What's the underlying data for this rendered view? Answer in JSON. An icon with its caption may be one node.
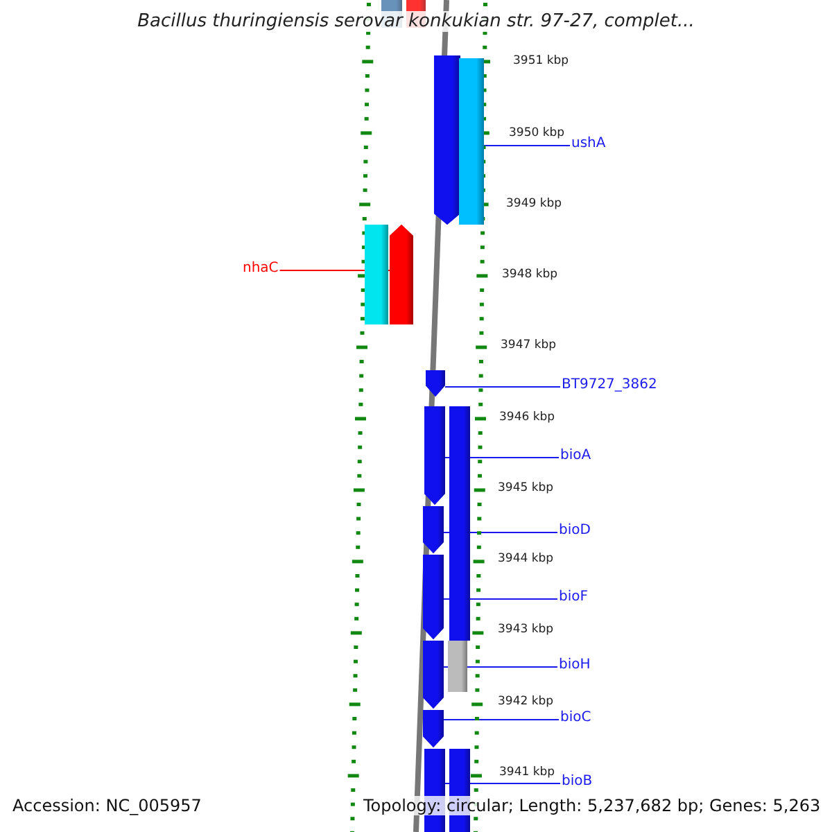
{
  "diagram": {
    "title": "Bacillus thuringiensis serovar konkukian str. 97-27, complet...",
    "nodes": [
      {
        "text": [
          "ushA"
        ]
      },
      {
        "text": [
          "nhaC"
        ]
      },
      {
        "text": [
          "BT9727_3862"
        ]
      },
      {
        "text": [
          "bioA"
        ]
      },
      {
        "text": [
          "bioD"
        ]
      },
      {
        "text": [
          "bioF"
        ]
      },
      {
        "text": [
          "bioH"
        ]
      },
      {
        "text": [
          "bioC"
        ]
      },
      {
        "text": [
          "bioB"
        ]
      },
      {
        "text": [],
        "shape": "bar"
      },
      {
        "text": [],
        "shape": "bar"
      },
      {
        "text": [],
        "shape": "bar"
      },
      {
        "text": [],
        "shape": "bar"
      },
      {
        "text": [],
        "shape": "bar"
      },
      {
        "text": [],
        "shape": "bar"
      },
      {
        "text": [],
        "shape": "bar"
      },
      {
        "text": [],
        "shape": "bar"
      },
      {
        "text": [],
        "shape": "bar"
      },
      {
        "text": [],
        "shape": "bar"
      },
      {
        "text": [],
        "shape": "bar"
      },
      {
        "text": [],
        "shape": "bar"
      },
      {
        "text": [],
        "shape": "bar"
      },
      {
        "text": [],
        "shape": "bar"
      },
      {
        "text": [],
        "shape": "bar"
      },
      {
        "text": [],
        "shape": "bar"
      }
    ],
    "edges": [
      {
        "from": 0,
        "to": 11,
        "arrow": "none"
      },
      {
        "from": 1,
        "to": 14,
        "arrow": "none",
        "color": "#ff0000"
      },
      {
        "from": 2,
        "to": 15,
        "arrow": "none"
      },
      {
        "from": 3,
        "to": 16,
        "arrow": "none"
      },
      {
        "from": 4,
        "to": 18,
        "arrow": "none"
      },
      {
        "from": 5,
        "to": 19,
        "arrow": "none"
      },
      {
        "from": 6,
        "to": 20,
        "arrow": "none"
      },
      {
        "from": 7,
        "to": 22,
        "arrow": "none"
      },
      {
        "from": 8,
        "to": 23,
        "arrow": "none"
      }
    ],
    "labels": [
      "3951 kbp",
      "3950 kbp",
      "3949 kbp",
      "3948 kbp",
      "3947 kbp",
      "3946 kbp",
      "3945 kbp",
      "3944 kbp",
      "3943 kbp",
      "3942 kbp",
      "3941 kbp",
      "Accession: NC_005957",
      "Topology: circular; Length: 5,237,682 bp; Genes: 5,263"
    ]
  }
}
